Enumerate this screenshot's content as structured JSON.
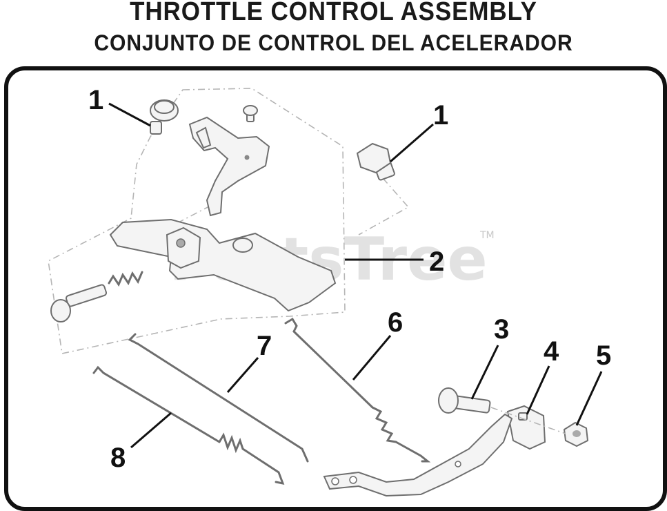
{
  "title_en": "THROTTLE CONTROL ASSEMBLY",
  "title_es": "CONJUNTO DE CONTROL DEL ACELERADOR",
  "watermark": "PartsTree",
  "watermark_tm": "TM",
  "callouts": {
    "c1a": "1",
    "c1b": "1",
    "c2": "2",
    "c3": "3",
    "c4": "4",
    "c5": "5",
    "c6": "6",
    "c7": "7",
    "c8": "8"
  }
}
